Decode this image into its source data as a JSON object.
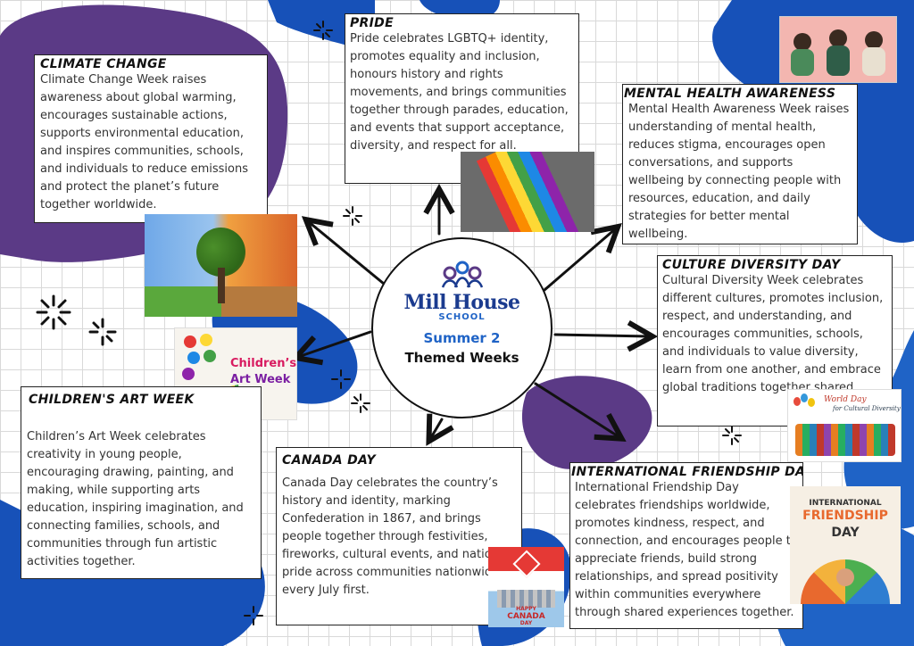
{
  "center": {
    "logo_top": "Mill House",
    "logo_bottom": "SCHOOL",
    "subtitle": "Summer 2",
    "title": "Themed Weeks"
  },
  "cards": {
    "climate": {
      "title": "CLIMATE CHANGE",
      "text": "Climate Change Week raises awareness about global warming, encourages sustainable actions, supports environmental education, and inspires communities, schools, and individuals to reduce emissions and protect the planet’s future together worldwide."
    },
    "pride": {
      "title": "PRIDE",
      "text": "Pride celebrates LGBTQ+ identity, promotes equality and inclusion, honours history and rights movements, and brings communities together through parades, education, and events that support acceptance, diversity, and respect for all."
    },
    "mental": {
      "title": "MENTAL HEALTH AWARENESS",
      "text": "Mental Health Awareness Week raises understanding of mental health, reduces stigma, encourages open conversations, and supports wellbeing by connecting people with resources, education, and daily strategies for better mental wellbeing."
    },
    "culture": {
      "title": "CULTURE DIVERSITY DAY",
      "text": "Cultural Diversity Week celebrates different cultures, promotes inclusion, respect, and understanding, and encourages communities, schools, and individuals to value diversity, learn from one another, and embrace global traditions together shared."
    },
    "art": {
      "title": "CHILDREN'S ART WEEK",
      "text": "Children’s Art Week celebrates creativity in young people, encouraging drawing, painting, and making, while supporting arts education, inspiring imagination, and connecting families, schools, and communities through fun artistic activities together."
    },
    "canada": {
      "title": "CANADA DAY",
      "text": "Canada Day celebrates the country’s history and identity, marking Confederation in 1867, and brings people together through festivities, fireworks, cultural events, and national pride across communities nationwide every July first."
    },
    "friendship": {
      "title": "INTERNATIONAL FRIENDSHIP DAY",
      "text": "International Friendship Day celebrates friendships worldwide, promotes kindness, respect, and connection, and encourages people to appreciate friends, build strong relationships, and spread positivity within communities everywhere through shared experiences together."
    }
  },
  "images": {
    "art_label_1": "Children’s",
    "art_label_2": "Art Week",
    "diversity_label_1": "World Day",
    "diversity_label_2": "for Cultural Diversity",
    "friendship_label_1": "INTERNATIONAL",
    "friendship_label_2": "FRIENDSHIP",
    "friendship_label_3": "DAY",
    "canada_label_1": "HAPPY",
    "canada_label_2": "CANADA",
    "canada_label_3": "DAY"
  },
  "colors": {
    "purple": "#5b3a86",
    "blue": "#1751b8",
    "navy": "#1b3b8f",
    "accent_blue": "#1f63c6"
  }
}
